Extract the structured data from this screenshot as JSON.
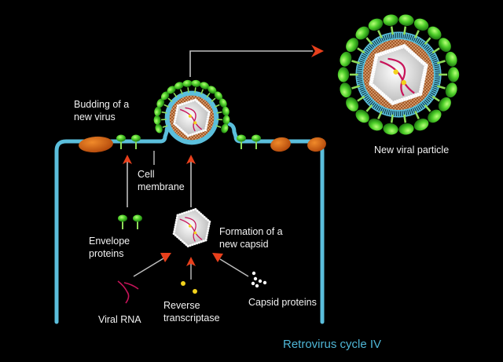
{
  "diagram": {
    "title": "Retrovirus cycle IV",
    "labels": {
      "budding": [
        "Budding of a",
        "new virus"
      ],
      "cell_membrane": [
        "Cell",
        "membrane"
      ],
      "envelope_proteins": [
        "Envelope",
        "proteins"
      ],
      "formation": [
        "Formation of a",
        "new capsid"
      ],
      "viral_rna": [
        "Viral RNA"
      ],
      "reverse_transcriptase": [
        "Reverse",
        "transcriptase"
      ],
      "capsid_proteins": [
        "Capsid proteins"
      ],
      "new_particle": [
        "New viral particle"
      ]
    },
    "colors": {
      "background": "#000000",
      "membrane": "#5bbfdc",
      "envelope_protein": "#47c62b",
      "envelope_stalk": "#8fdc5a",
      "receptor_blob": "#d2600f",
      "capsid": "#e9e9e9",
      "matrix": "#b8743e",
      "rna": "#c8145a",
      "enzyme": "#f2d21c",
      "arrow_head": "#e8401c",
      "line": "#bfbfbf",
      "title": "#4fb6d6",
      "label": "#f2f2f2"
    }
  }
}
